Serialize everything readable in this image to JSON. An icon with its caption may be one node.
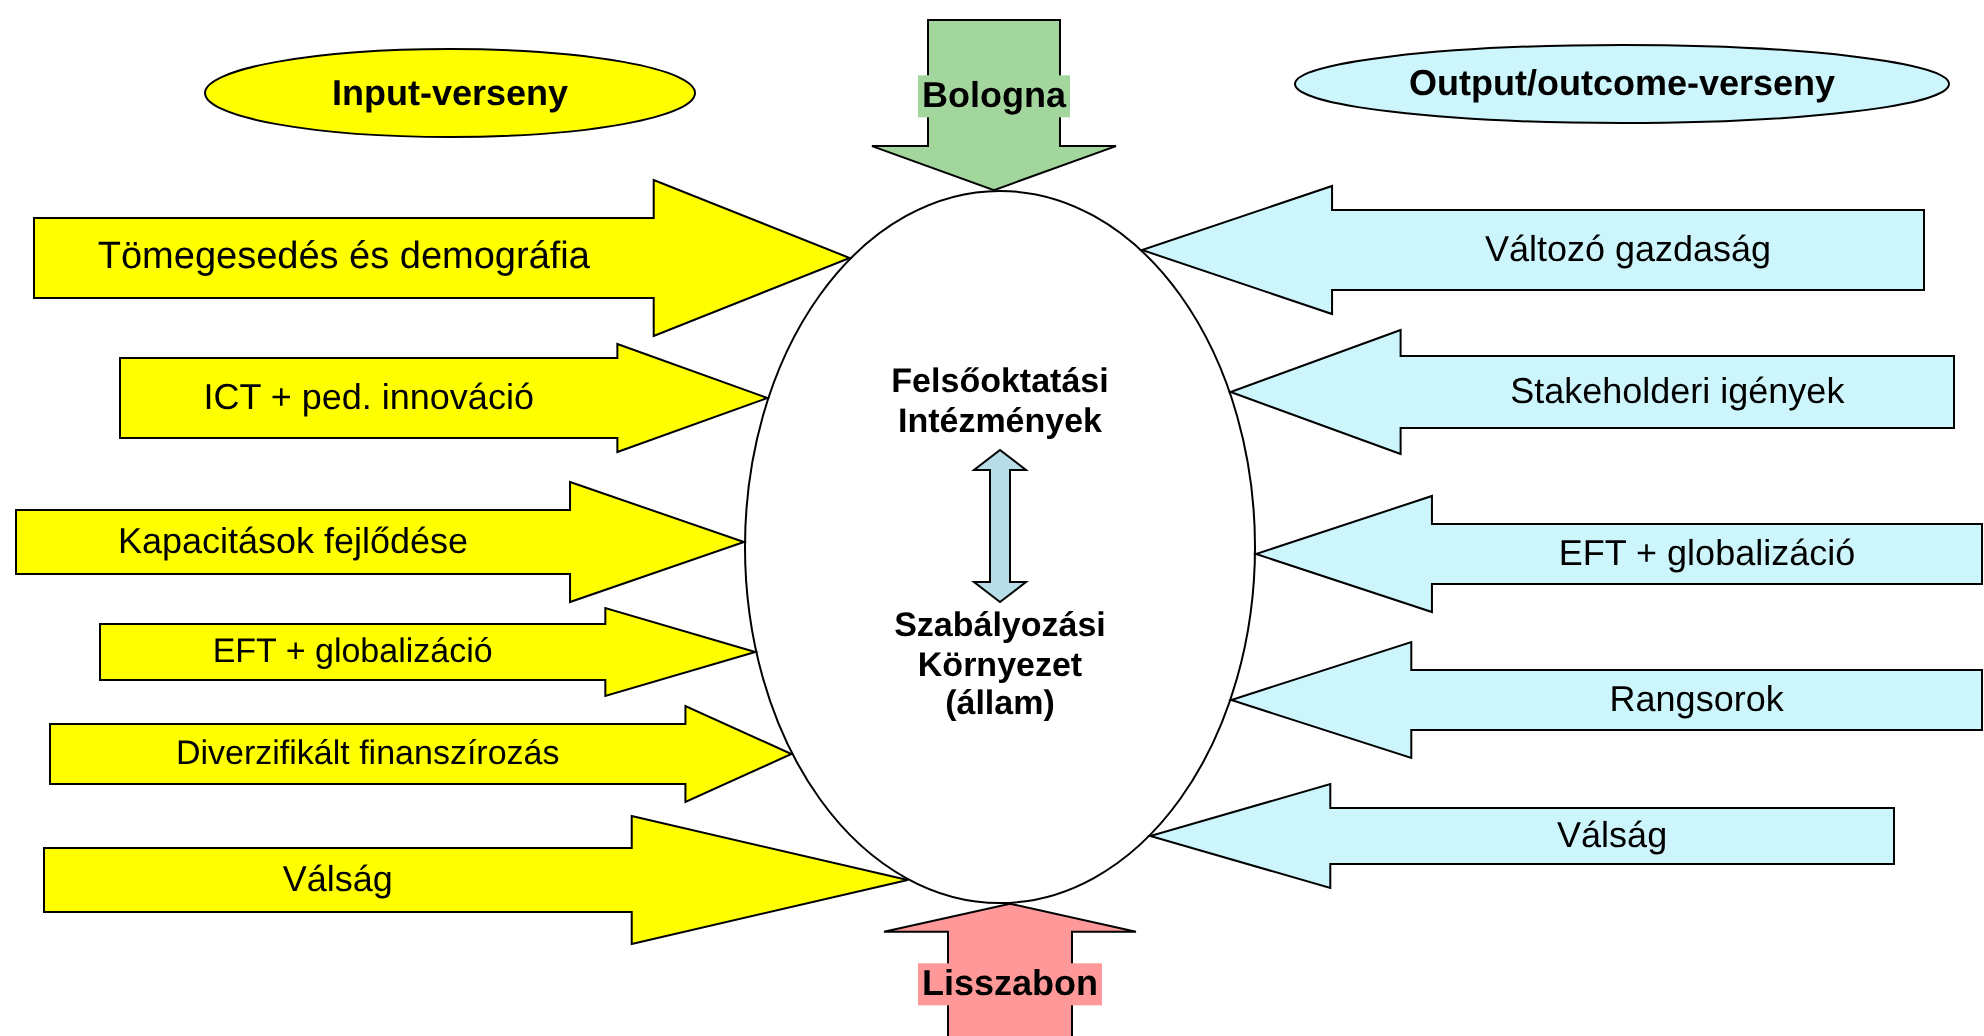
{
  "diagram": {
    "nodes": [
      {
        "text": [
          "Input-verseny"
        ]
      },
      {
        "text": [
          "Output/outcome-verseny"
        ]
      },
      {
        "text": [],
        "shape": "ellipse"
      },
      {
        "text": [
          "Felsőoktatási Intézmények"
        ],
        "in": 2
      },
      {
        "text": [
          "Szabályozási Környezet (állam)"
        ],
        "in": 2
      }
    ],
    "edges": [
      {
        "from": null,
        "to": 2,
        "arrow": "to",
        "label": "Bologna",
        "style": "thick",
        "color": "#a3d69d"
      },
      {
        "from": null,
        "to": 2,
        "arrow": "to",
        "label": "Tömegesedés és demográfia",
        "style": "thick",
        "color": "#ffff00"
      },
      {
        "from": null,
        "to": 2,
        "arrow": "to",
        "label": "ICT + ped. innováció",
        "style": "thick",
        "color": "#ffff00"
      },
      {
        "from": null,
        "to": 2,
        "arrow": "to",
        "label": "Kapacitások fejlődése",
        "style": "thick",
        "color": "#ffff00"
      },
      {
        "from": null,
        "to": 2,
        "arrow": "to",
        "label": "EFT + globalizáció",
        "style": "thick",
        "color": "#ffff00"
      },
      {
        "from": null,
        "to": 2,
        "arrow": "to",
        "label": "Diverzifikált finanszírozás",
        "style": "thick",
        "color": "#ffff00"
      },
      {
        "from": null,
        "to": 2,
        "arrow": "to",
        "label": "Válság",
        "style": "thick",
        "color": "#ffff00"
      },
      {
        "from": null,
        "to": 2,
        "arrow": "to",
        "label": "Változó gazdaság",
        "style": "thick",
        "color": "#ccf5fc"
      },
      {
        "from": null,
        "to": 2,
        "arrow": "to",
        "label": "Stakeholderi igények",
        "style": "thick",
        "color": "#ccf5fc"
      },
      {
        "from": null,
        "to": 2,
        "arrow": "to",
        "label": "EFT + globalizáció",
        "style": "thick",
        "color": "#ccf5fc"
      },
      {
        "from": null,
        "to": 2,
        "arrow": "to",
        "label": "Rangsorok",
        "style": "thick",
        "color": "#ccf5fc"
      },
      {
        "from": null,
        "to": 2,
        "arrow": "to",
        "label": "Válság",
        "style": "thick",
        "color": "#ccf5fc"
      },
      {
        "from": null,
        "to": 2,
        "arrow": "to",
        "label": "Lisszabon",
        "style": "thick",
        "color": "#ff9999"
      },
      {
        "from": 3,
        "to": 4,
        "arrow": "both",
        "style": "thick",
        "color": "#b7dde8"
      }
    ]
  }
}
